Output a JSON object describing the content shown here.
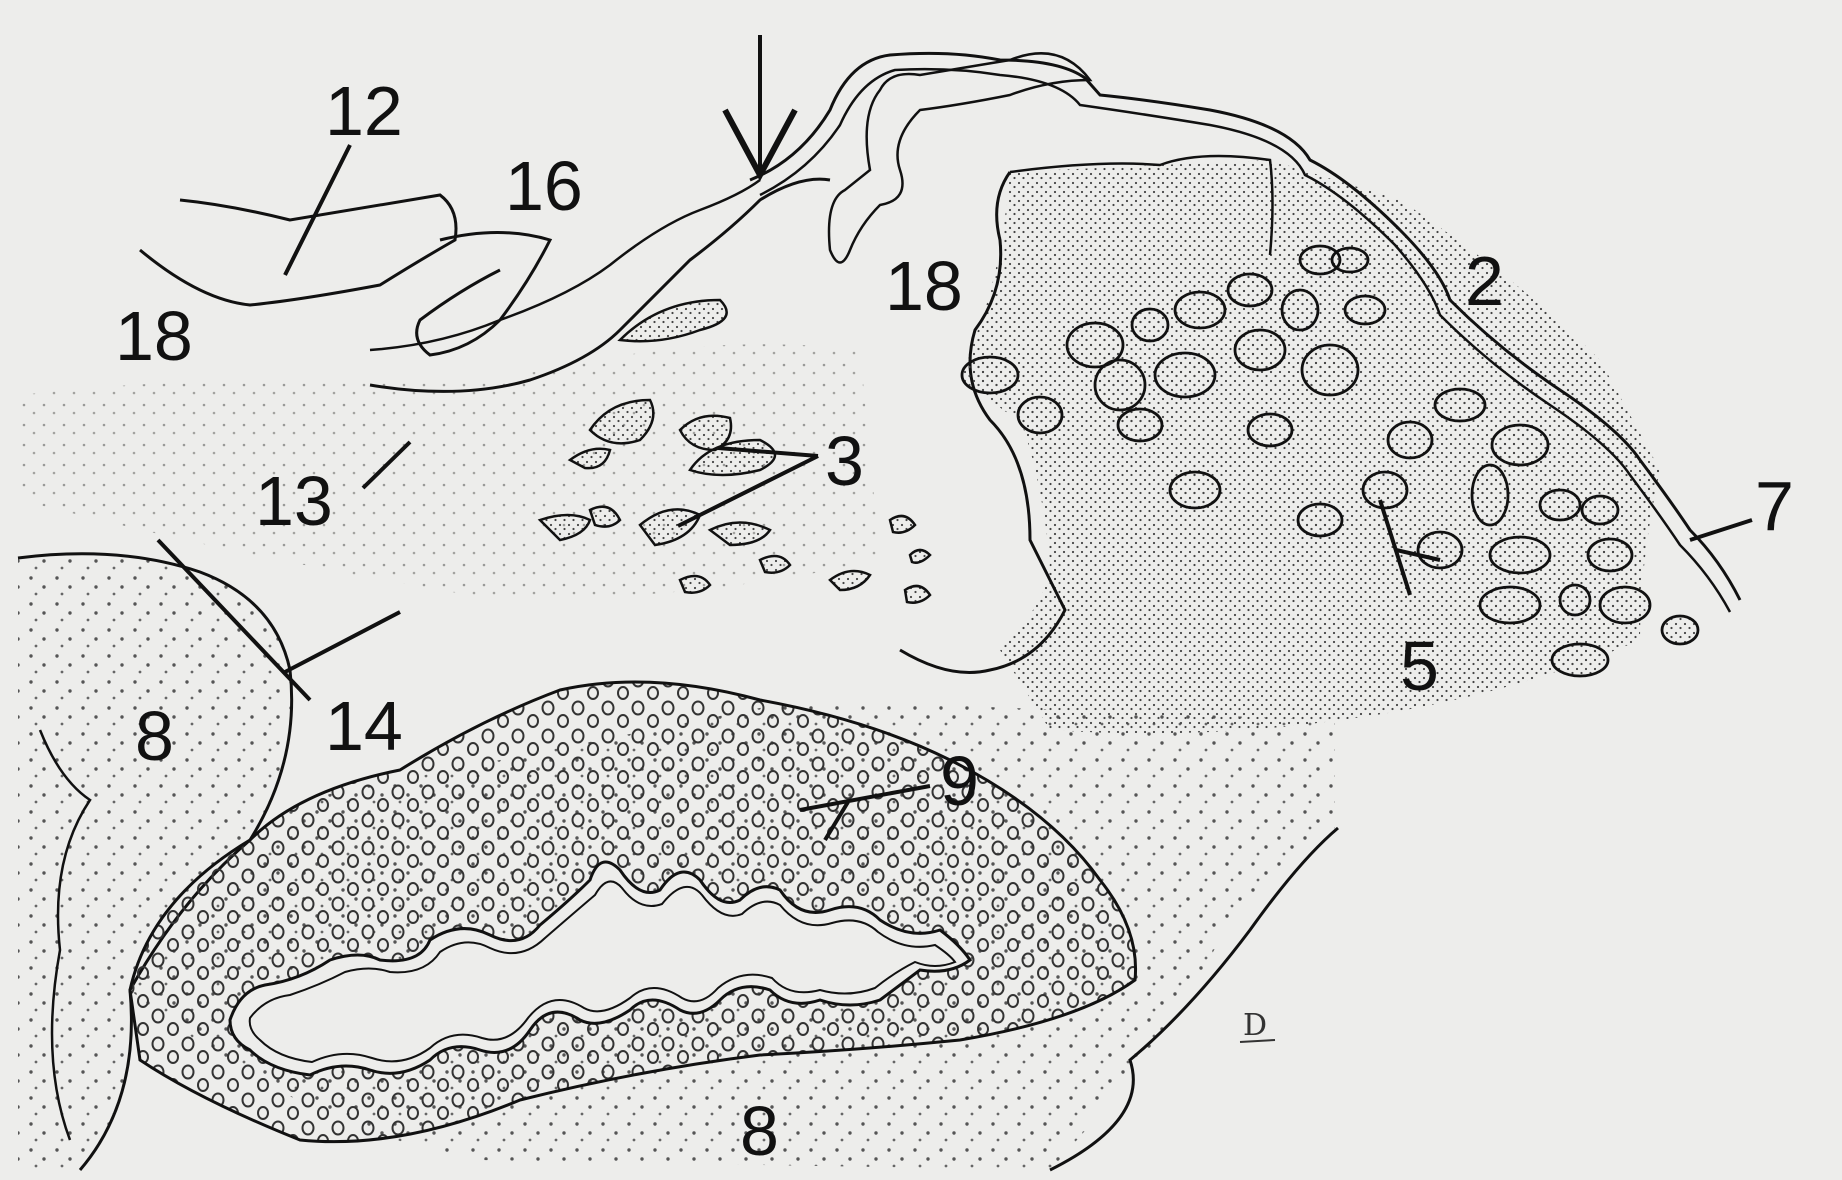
{
  "labels": {
    "l12": "12",
    "l16": "16",
    "l18a": "18",
    "l18b": "18",
    "l2": "2",
    "l3": "3",
    "l13": "13",
    "l7": "7",
    "l5": "5",
    "l8a": "8",
    "l14": "14",
    "l9": "9",
    "l8b": "8"
  },
  "signature": "D"
}
